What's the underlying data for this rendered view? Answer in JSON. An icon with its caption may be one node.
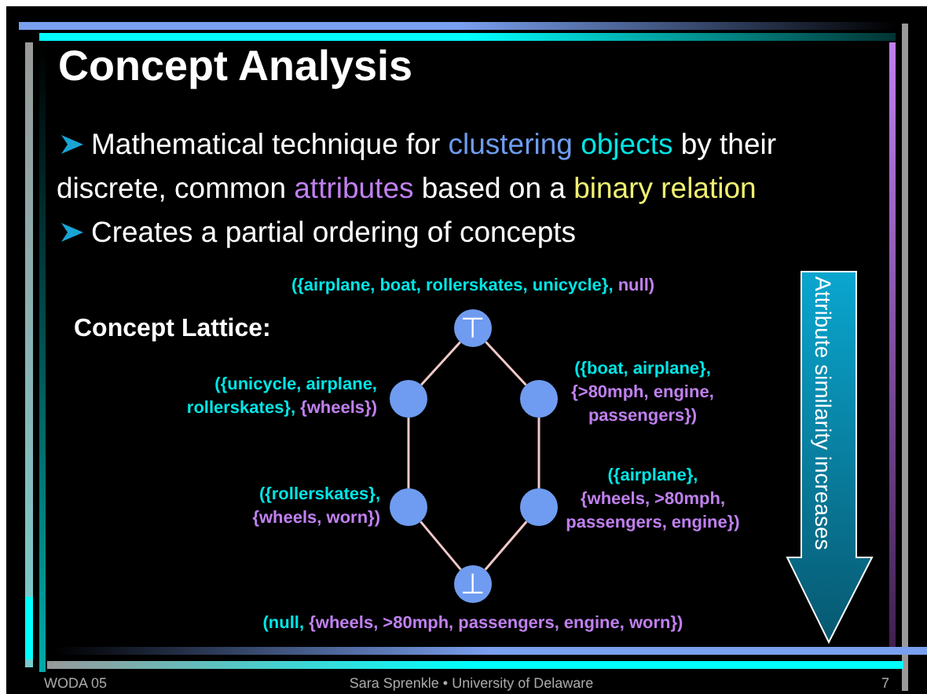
{
  "diagram": {
    "title": "Concept Analysis",
    "nodes": [
      {
        "text": [
          "⊤"
        ],
        "beside": [
          "({airplane, boat, rollerskates, unicycle},",
          "null)"
        ]
      },
      {
        "text": [],
        "shape": "circle",
        "beside": [
          "({unicycle, airplane, rollerskates},",
          "{wheels})"
        ]
      },
      {
        "text": [],
        "shape": "circle",
        "beside": [
          "({boat, airplane},",
          "{>80mph, engine, passengers})"
        ]
      },
      {
        "text": [],
        "shape": "circle",
        "beside": [
          "({rollerskates},",
          "{wheels, worn})"
        ]
      },
      {
        "text": [],
        "shape": "circle",
        "beside": [
          "({airplane},",
          "{wheels, >80mph, passengers, engine})"
        ]
      },
      {
        "text": [
          "⊥"
        ],
        "beside": [
          "(null,",
          "{wheels, >80mph, passengers, engine, worn})"
        ]
      },
      {
        "text": [
          "Attribute similarity increases"
        ]
      }
    ],
    "edges": [
      {
        "from": 0,
        "to": 1,
        "arrow": "none"
      },
      {
        "from": 0,
        "to": 2,
        "arrow": "none"
      },
      {
        "from": 1,
        "to": 3,
        "arrow": "none"
      },
      {
        "from": 2,
        "to": 4,
        "arrow": "none"
      },
      {
        "from": 3,
        "to": 5,
        "arrow": "none"
      },
      {
        "from": 4,
        "to": 5,
        "arrow": "none"
      }
    ],
    "labels": [
      "Mathematical technique for",
      "clustering",
      "objects",
      "by their discrete, common",
      "attributes",
      "based on a",
      "binary relation",
      "Creates a partial ordering of concepts",
      "Concept Lattice:",
      "WODA 05",
      "Sara Sprenkle •  University of Delaware",
      "7"
    ]
  }
}
